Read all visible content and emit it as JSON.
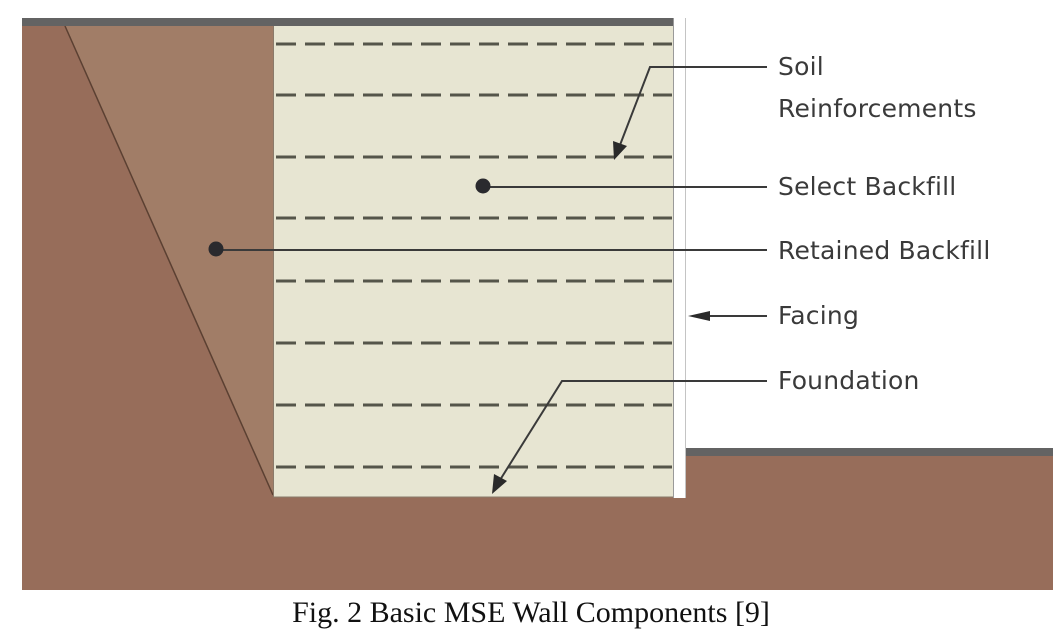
{
  "figure": {
    "caption": "Fig. 2 Basic MSE Wall Components [9]",
    "labels": {
      "soil_reinforcements_line1": "Soil",
      "soil_reinforcements_line2": "Reinforcements",
      "select_backfill": "Select Backfill",
      "retained_backfill": "Retained Backfill",
      "facing": "Facing",
      "foundation": "Foundation"
    },
    "colors": {
      "native_soil": "#976d5a",
      "retained_backfill": "#a17d67",
      "select_backfill": "#e7e5d2",
      "grade_line": "#636363",
      "facing": "#ffffff",
      "reinforcement": "#55554a",
      "leader": "#3a3a3a"
    },
    "reinforcement_count": 8,
    "reinforcement_y": [
      44,
      95,
      157,
      218,
      281,
      343,
      405,
      467
    ]
  }
}
